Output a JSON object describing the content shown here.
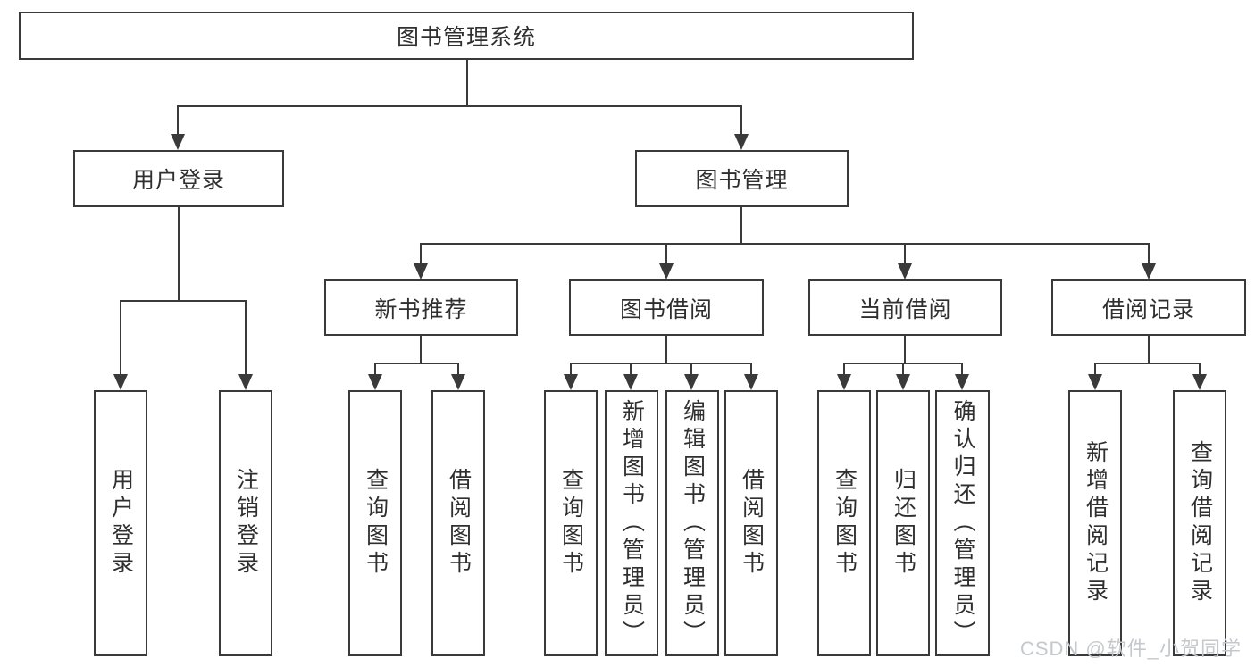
{
  "tree": {
    "root": {
      "label": "图书管理系统"
    },
    "branches": [
      {
        "label": "用户登录",
        "children": [
          {
            "label": "用户登录"
          },
          {
            "label": "注销登录"
          }
        ]
      },
      {
        "label": "图书管理",
        "children": [
          {
            "label": "新书推荐",
            "children": [
              {
                "label": "查询图书"
              },
              {
                "label": "借阅图书"
              }
            ]
          },
          {
            "label": "图书借阅",
            "children": [
              {
                "label": "查询图书"
              },
              {
                "label": "新增图书（管理员）"
              },
              {
                "label": "编辑图书（管理员）"
              },
              {
                "label": "借阅图书"
              }
            ]
          },
          {
            "label": "当前借阅",
            "children": [
              {
                "label": "查询图书"
              },
              {
                "label": "归还图书"
              },
              {
                "label": "确认归还（管理员）"
              }
            ]
          },
          {
            "label": "借阅记录",
            "children": [
              {
                "label": "新增借阅记录"
              },
              {
                "label": "查询借阅记录"
              }
            ]
          }
        ]
      }
    ]
  },
  "watermark": "CSDN @软件_小贺同学",
  "colors": {
    "line": "#3a3a3a",
    "border": "#3a3a3a",
    "text": "#2f2f2f",
    "watermark": "#c5c8cc",
    "background": "#ffffff"
  }
}
